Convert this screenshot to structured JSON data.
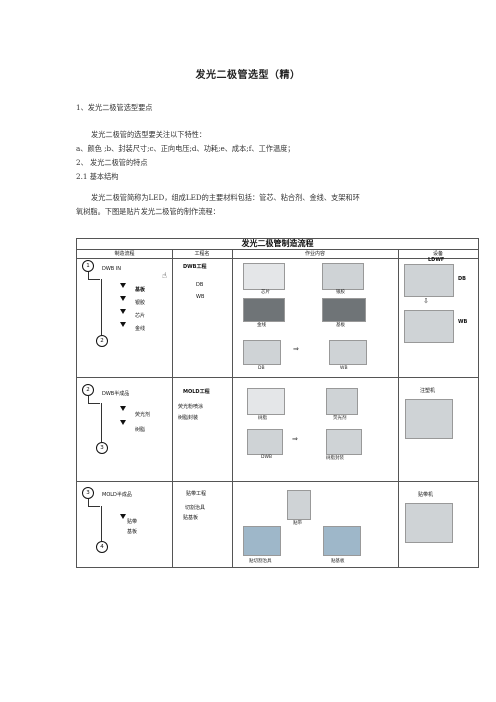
{
  "title": "发光二极管选型（精）",
  "lines": [
    "1、发光二极管选型要点",
    "发光二极管的选型要关注以下特性：",
    "a、颜色 ;b、封装尺寸;c、正向电压;d、功耗;e、成本;f、工作温度；",
    "2、 发光二极管的特点",
    "2.1 基本结构",
    "发光二极管简称为LED，组成LED的主要材料包括：管芯、粘合剂、金线、支架和环",
    "氧树脂。下图是贴片发光二极管的制作流程："
  ],
  "flow": {
    "title": "发光二极管制造流程",
    "headers": [
      "制造流程",
      "工程名",
      "作业内容",
      "设备"
    ],
    "sections": [
      {
        "start": "1",
        "end": "2",
        "main": "DWB IN",
        "steps": [
          "基板",
          "银胶",
          "芯片",
          "金线"
        ],
        "process_title": "DWB工程",
        "process_items": [
          "DB",
          "WB"
        ],
        "captions": [
          "芯片",
          "银胶",
          "金线",
          "基板",
          "DB",
          "WB"
        ],
        "equipment": [
          "LDWF",
          "DB",
          "WB"
        ]
      },
      {
        "start": "2",
        "end": "3",
        "main": "DWB半成品",
        "steps": [
          "荧光剂",
          "树脂"
        ],
        "process_title": "MOLD工程",
        "process_items": [
          "荧光粉喷涂",
          "树脂封装"
        ],
        "captions": [
          "树脂",
          "荧光剂",
          "DWB",
          "树脂封装"
        ],
        "equipment": [
          "注塑机"
        ]
      },
      {
        "start": "3",
        "end": "4",
        "main": "MOLD半成品",
        "steps": [
          "贴带",
          "基板"
        ],
        "process_title": "贴带工程",
        "process_items": [
          "切割治具",
          "贴基板"
        ],
        "captions": [
          "贴带",
          "贴切割治具",
          "贴基板"
        ],
        "equipment": [
          "贴带机"
        ]
      }
    ]
  },
  "icons": [
    "hand-pointer-icon",
    "down-arrow-icon",
    "right-arrow-icon"
  ]
}
